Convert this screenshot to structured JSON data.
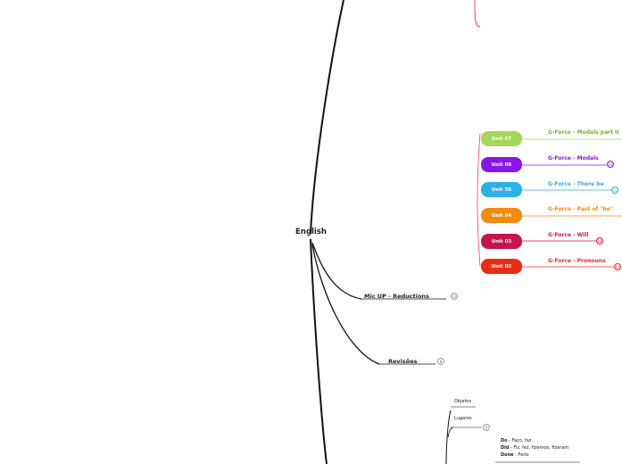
{
  "root": {
    "label": "English"
  },
  "branches": {
    "mic_up": {
      "label": "Mic UP - Reductions",
      "badge": "13"
    },
    "revisoes": {
      "label": "Revisões",
      "badge": "8"
    }
  },
  "units": [
    {
      "pill": "Unit 07",
      "label": "G-Force - Modals part II",
      "badge": "",
      "color": "#a6d65a",
      "text_color": "#7cb32b"
    },
    {
      "pill": "Unit 06",
      "label": "G-Force - Modals",
      "badge": "10",
      "color": "#8a16e6",
      "text_color": "#8a16e6"
    },
    {
      "pill": "Unit 05",
      "label": "G-Force - There be",
      "badge": "15",
      "color": "#2cb0ea",
      "text_color": "#2cb0ea"
    },
    {
      "pill": "Unit 04",
      "label": "G-Force - Past of \"be\"",
      "badge": "",
      "color": "#f08c12",
      "text_color": "#f08c12"
    },
    {
      "pill": "Unit 03",
      "label": "G-Force - Will",
      "badge": "16",
      "color": "#c8144e",
      "text_color": "#c8144e"
    },
    {
      "pill": "Unit 02",
      "label": "G-Force - Pronouns",
      "badge": "13",
      "color": "#e82d16",
      "text_color": "#e82d16"
    }
  ],
  "lower": {
    "objetos": "Objetos",
    "lugares": "Lugares",
    "lugares_badge": "5",
    "verbs": [
      {
        "word": "Do",
        "meaning": " - Faço, faz"
      },
      {
        "word": "Did",
        "meaning": " - Fiz, fez, fizemos, fizeram"
      },
      {
        "word": "Done",
        "meaning": " - Feito"
      }
    ]
  }
}
